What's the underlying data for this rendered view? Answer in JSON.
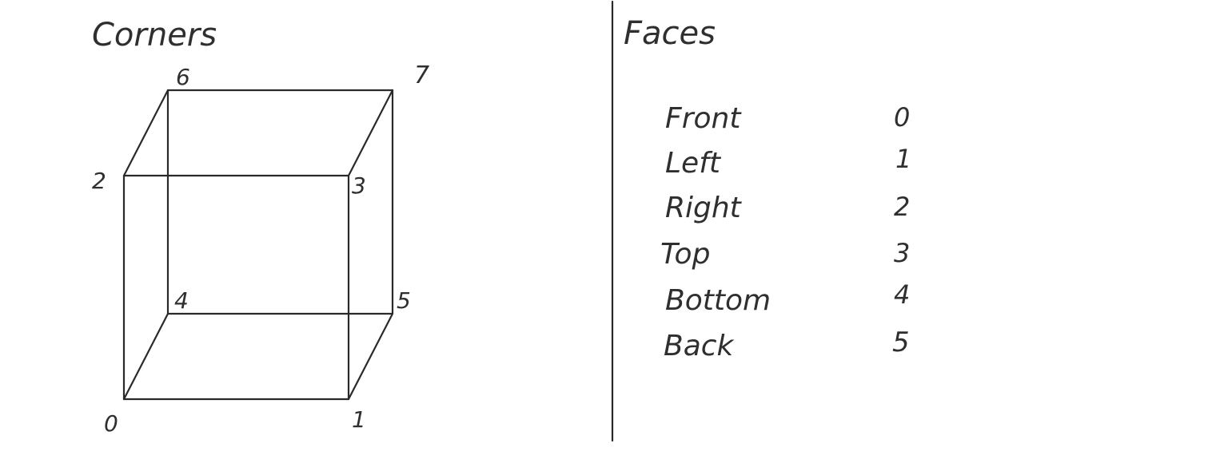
{
  "corners": {
    "title": "Corners",
    "labels": [
      "0",
      "1",
      "2",
      "3",
      "4",
      "5",
      "6",
      "7"
    ]
  },
  "faces": {
    "title": "Faces",
    "items": [
      {
        "name": "Front",
        "value": "0"
      },
      {
        "name": "Left",
        "value": "1"
      },
      {
        "name": "Right",
        "value": "2"
      },
      {
        "name": "Top",
        "value": "3"
      },
      {
        "name": "Bottom",
        "value": "4"
      },
      {
        "name": "Back",
        "value": "5"
      }
    ]
  }
}
